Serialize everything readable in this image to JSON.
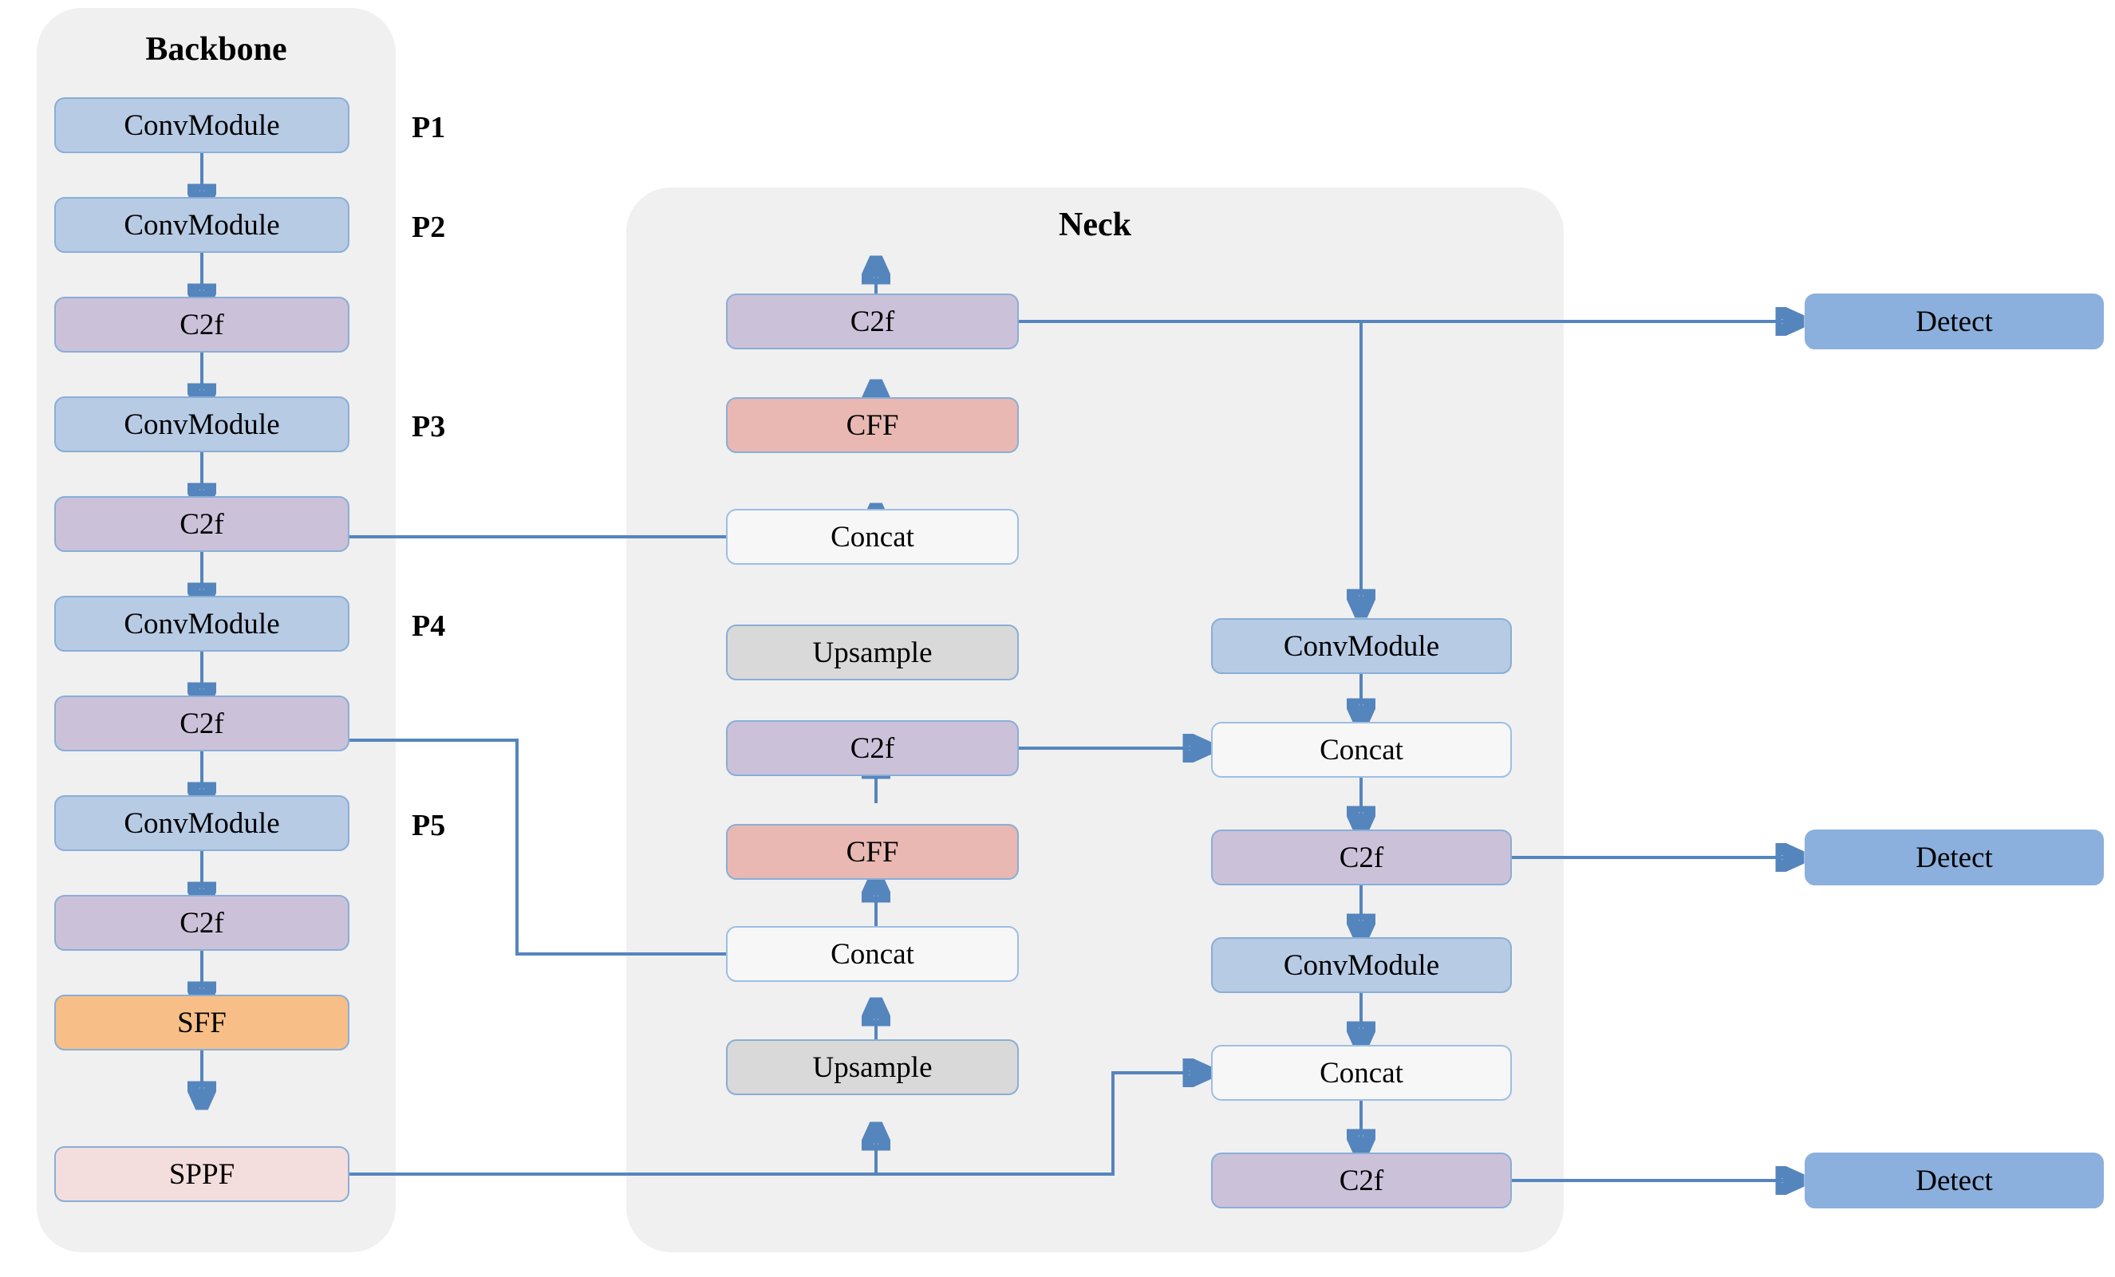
{
  "diagram": {
    "title_backbone": "Backbone",
    "title_neck": "Neck"
  },
  "panels": [
    {
      "name": "backbone-panel",
      "label": "Backbone"
    },
    {
      "name": "neck-panel",
      "label": "Neck"
    }
  ],
  "stage_labels": {
    "p1": "P1",
    "p2": "P2",
    "p3": "P3",
    "p4": "P4",
    "p5": "P5"
  },
  "backbone": {
    "nodes": [
      {
        "label": "ConvModule",
        "type": "conv"
      },
      {
        "label": "ConvModule",
        "type": "conv"
      },
      {
        "label": "C2f",
        "type": "c2f"
      },
      {
        "label": "ConvModule",
        "type": "conv"
      },
      {
        "label": "C2f",
        "type": "c2f"
      },
      {
        "label": "ConvModule",
        "type": "conv"
      },
      {
        "label": "C2f",
        "type": "c2f"
      },
      {
        "label": "ConvModule",
        "type": "conv"
      },
      {
        "label": "C2f",
        "type": "c2f"
      },
      {
        "label": "SFF",
        "type": "sff"
      },
      {
        "label": "SPPF",
        "type": "sppf"
      }
    ]
  },
  "neck_center": {
    "nodes": [
      {
        "label": "C2f",
        "type": "c2f"
      },
      {
        "label": "CFF",
        "type": "cff"
      },
      {
        "label": "Concat",
        "type": "concat"
      },
      {
        "label": "Upsample",
        "type": "upsample"
      },
      {
        "label": "C2f",
        "type": "c2f"
      },
      {
        "label": "CFF",
        "type": "cff"
      },
      {
        "label": "Concat",
        "type": "concat"
      },
      {
        "label": "Upsample",
        "type": "upsample"
      }
    ]
  },
  "neck_right": {
    "nodes": [
      {
        "label": "ConvModule",
        "type": "conv"
      },
      {
        "label": "Concat",
        "type": "concat"
      },
      {
        "label": "C2f",
        "type": "c2f"
      },
      {
        "label": "ConvModule",
        "type": "conv"
      },
      {
        "label": "Concat",
        "type": "concat"
      },
      {
        "label": "C2f",
        "type": "c2f"
      }
    ]
  },
  "heads": {
    "nodes": [
      {
        "label": "Detect",
        "type": "detect"
      },
      {
        "label": "Detect",
        "type": "detect"
      },
      {
        "label": "Detect",
        "type": "detect"
      }
    ]
  },
  "colors": {
    "conv": "#b7cbe5",
    "c2f": "#cbc2da",
    "cff": "#e9b8b3",
    "sff": "#f7bf87",
    "sppf": "#f4dedd",
    "concat": "#f7f7f7",
    "upsample": "#d9d9d9",
    "detect": "#8cb0dd",
    "panel": "#f0f0f0",
    "arrow": "#5585bd",
    "border": "#8aaed6"
  }
}
